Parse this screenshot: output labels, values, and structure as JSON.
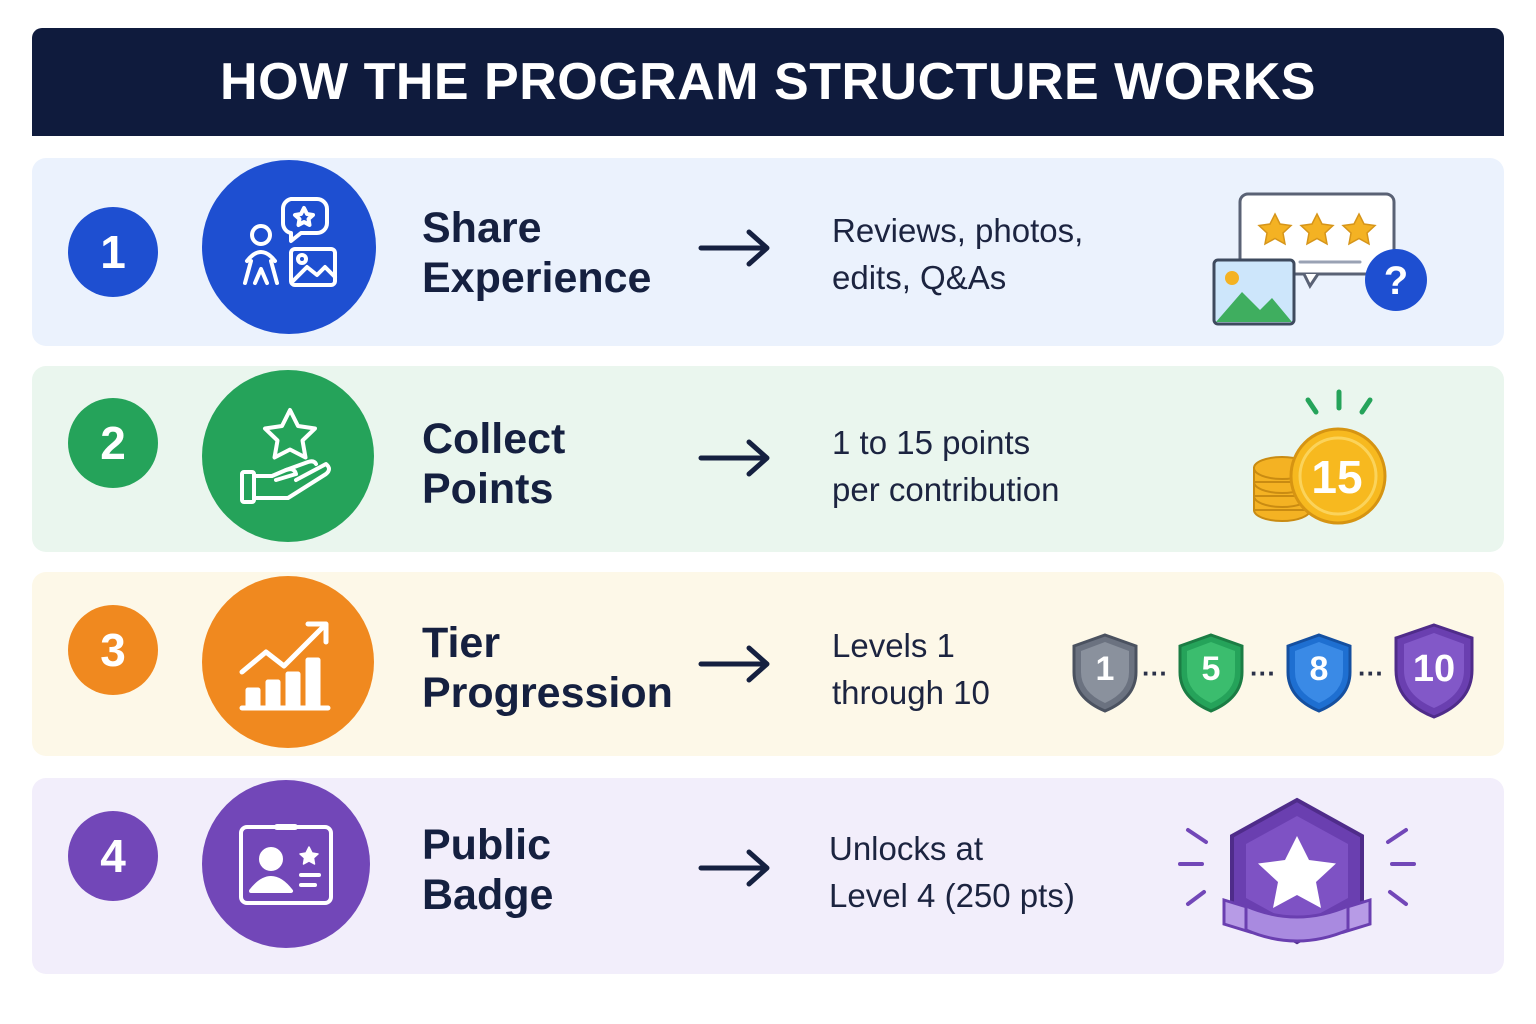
{
  "header": {
    "title": "HOW THE PROGRAM STRUCTURE WORKS"
  },
  "colors": {
    "header_bg": "#0f1b3d",
    "blue": "#1e4fd1",
    "green": "#25a35a",
    "orange": "#f0891f",
    "purple": "#7247b8"
  },
  "steps": [
    {
      "number": "1",
      "title_line1": "Share",
      "title_line2": "Experience",
      "desc_line1": "Reviews, photos,",
      "desc_line2": "edits, Q&As",
      "icon": "share-experience-icon",
      "art_icon": "review-photo-question-illustration"
    },
    {
      "number": "2",
      "title_line1": "Collect",
      "title_line2": "Points",
      "desc_line1": "1 to 15 points",
      "desc_line2": "per contribution",
      "icon": "hand-star-icon",
      "art_icon": "coin-stack-icon",
      "coin_value": "15"
    },
    {
      "number": "3",
      "title_line1": "Tier",
      "title_line2": "Progression",
      "desc_line1": "Levels 1",
      "desc_line2": "through 10",
      "icon": "growth-chart-icon",
      "art_icon": "level-shields",
      "levels": [
        "1",
        "5",
        "8",
        "10"
      ]
    },
    {
      "number": "4",
      "title_line1": "Public",
      "title_line2": "Badge",
      "desc_line1": "Unlocks at",
      "desc_line2": "Level 4 (250 pts)",
      "icon": "id-card-icon",
      "art_icon": "star-badge-icon"
    }
  ]
}
